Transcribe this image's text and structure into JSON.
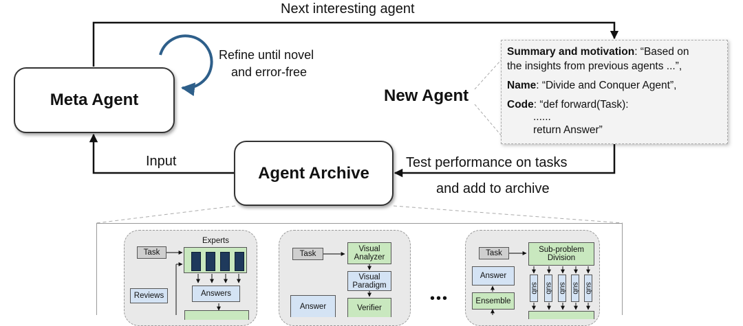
{
  "labels": {
    "next_agent": "Next interesting agent",
    "refine_line1": "Refine until novel",
    "refine_line2": "and error-free",
    "input": "Input",
    "test_line1": "Test performance on tasks",
    "test_line2": "and add to archive",
    "new_agent": "New Agent"
  },
  "nodes": {
    "meta_agent": "Meta Agent",
    "agent_archive": "Agent Archive"
  },
  "new_agent_card": {
    "summary_key": "Summary and motivation",
    "summary_value_1": ": “Based on",
    "summary_value_2": "the insights from previous agents ...”,",
    "name_key": "Name",
    "name_value": ": “Divide and Conquer Agent”,",
    "code_key": "Code",
    "code_value": ": “def forward(Task):",
    "code_line_2": "......",
    "code_line_3": "return Answer”"
  },
  "archive_panels": {
    "panel1": {
      "experts_label": "Experts",
      "task": "Task",
      "answers": "Answers",
      "reviews": "Reviews"
    },
    "panel2": {
      "task": "Task",
      "visual_analyzer": "Visual Analyzer",
      "visual_paradigm": "Visual Paradigm",
      "answer": "Answer",
      "verifier": "Verifier"
    },
    "ellipsis": "•••",
    "panel3": {
      "task": "Task",
      "sub_problem_division": "Sub-problem Division",
      "answer": "Answer",
      "ensemble": "Ensemble",
      "sub_items": [
        "sub",
        "sub",
        "sub",
        "sub",
        "sub"
      ]
    }
  },
  "colors": {
    "arrow": "#111111",
    "expert_block": "#1f3a5c",
    "green_box": "#c9e8bf",
    "blue_box": "#d4e3f4",
    "gray_box": "#cfcfcf",
    "refine_arrow": "#2e5f8a"
  },
  "icons": {
    "refine_loop": "circular-arrow-icon"
  }
}
